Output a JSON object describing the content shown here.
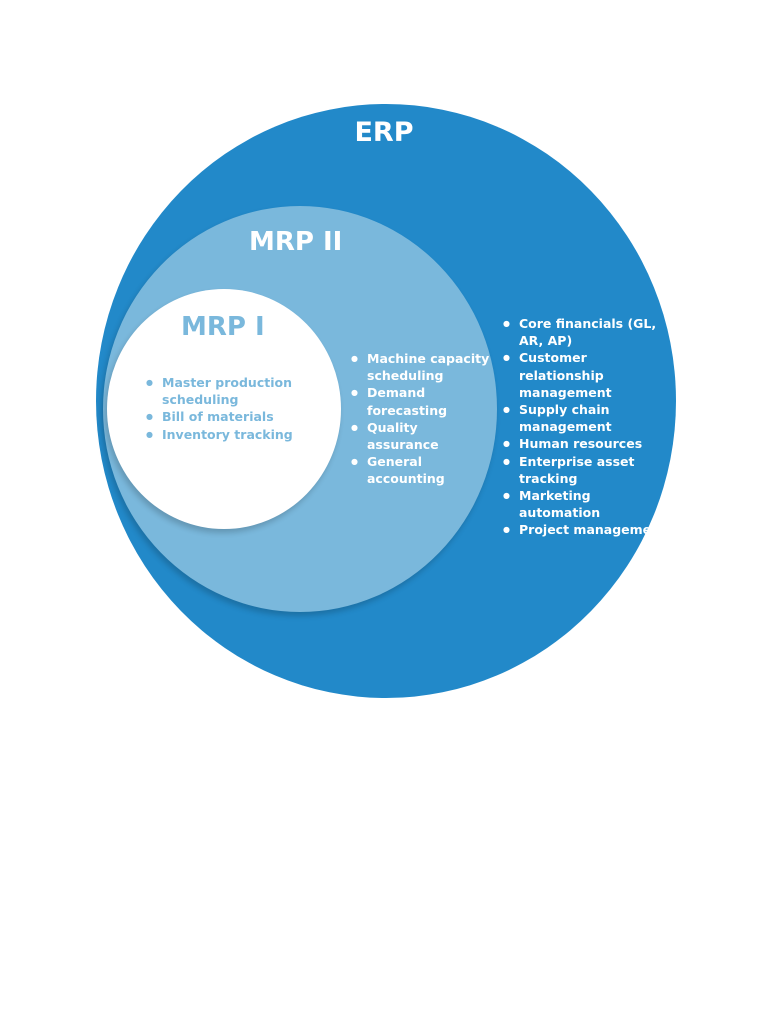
{
  "colors": {
    "erp": "#2289c9",
    "mrp2": "#7ab8dc",
    "mrp1": "#ffffff"
  },
  "erp": {
    "title": "ERP",
    "items": [
      "Core financials (GL, AR, AP)",
      "Customer relationship management",
      "Supply chain management",
      "Human resources",
      "Enterprise asset tracking",
      "Marketing automation",
      "Project management"
    ]
  },
  "mrp2": {
    "title": "MRP II",
    "items": [
      "Machine capacity scheduling",
      "Demand forecasting",
      "Quality assurance",
      "General accounting"
    ]
  },
  "mrp1": {
    "title": "MRP I",
    "items": [
      "Master production scheduling",
      "Bill of materials",
      "Inventory tracking"
    ]
  }
}
